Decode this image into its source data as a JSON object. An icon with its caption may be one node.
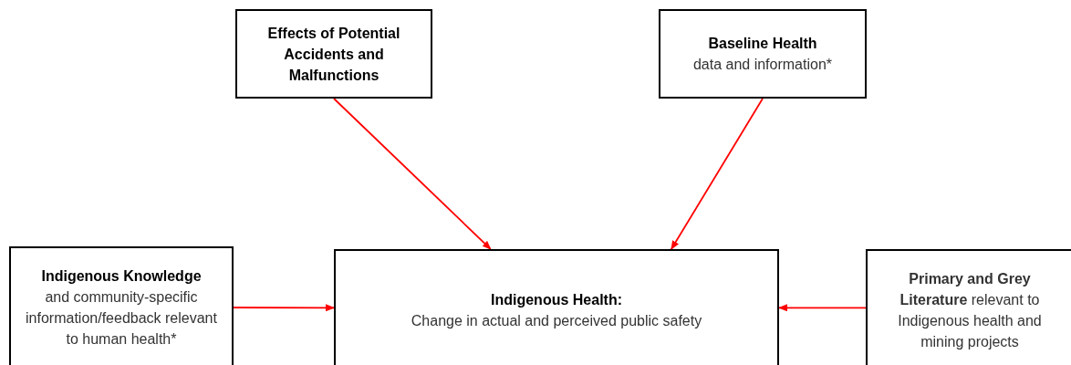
{
  "diagram": {
    "nodes": [
      {
        "text": [
          "Effects of Potential Accidents and Malfunctions"
        ]
      },
      {
        "text": [
          "Baseline Health",
          "data and information*"
        ]
      },
      {
        "text": [
          "Indigenous Knowledge",
          "and community-specific information/feedback relevant to human health*"
        ]
      },
      {
        "text": [
          "Indigenous Health:",
          "Change in actual and perceived public safety"
        ]
      },
      {
        "text": [
          "**Primary and Grey Literature** relevant to Indigenous health and mining projects"
        ]
      }
    ],
    "edges": [
      {
        "from": 0,
        "to": 3,
        "arrow": "to"
      },
      {
        "from": 1,
        "to": 3,
        "arrow": "to"
      },
      {
        "from": 2,
        "to": 3,
        "arrow": "to"
      },
      {
        "from": 4,
        "to": 3,
        "arrow": "to"
      }
    ]
  }
}
